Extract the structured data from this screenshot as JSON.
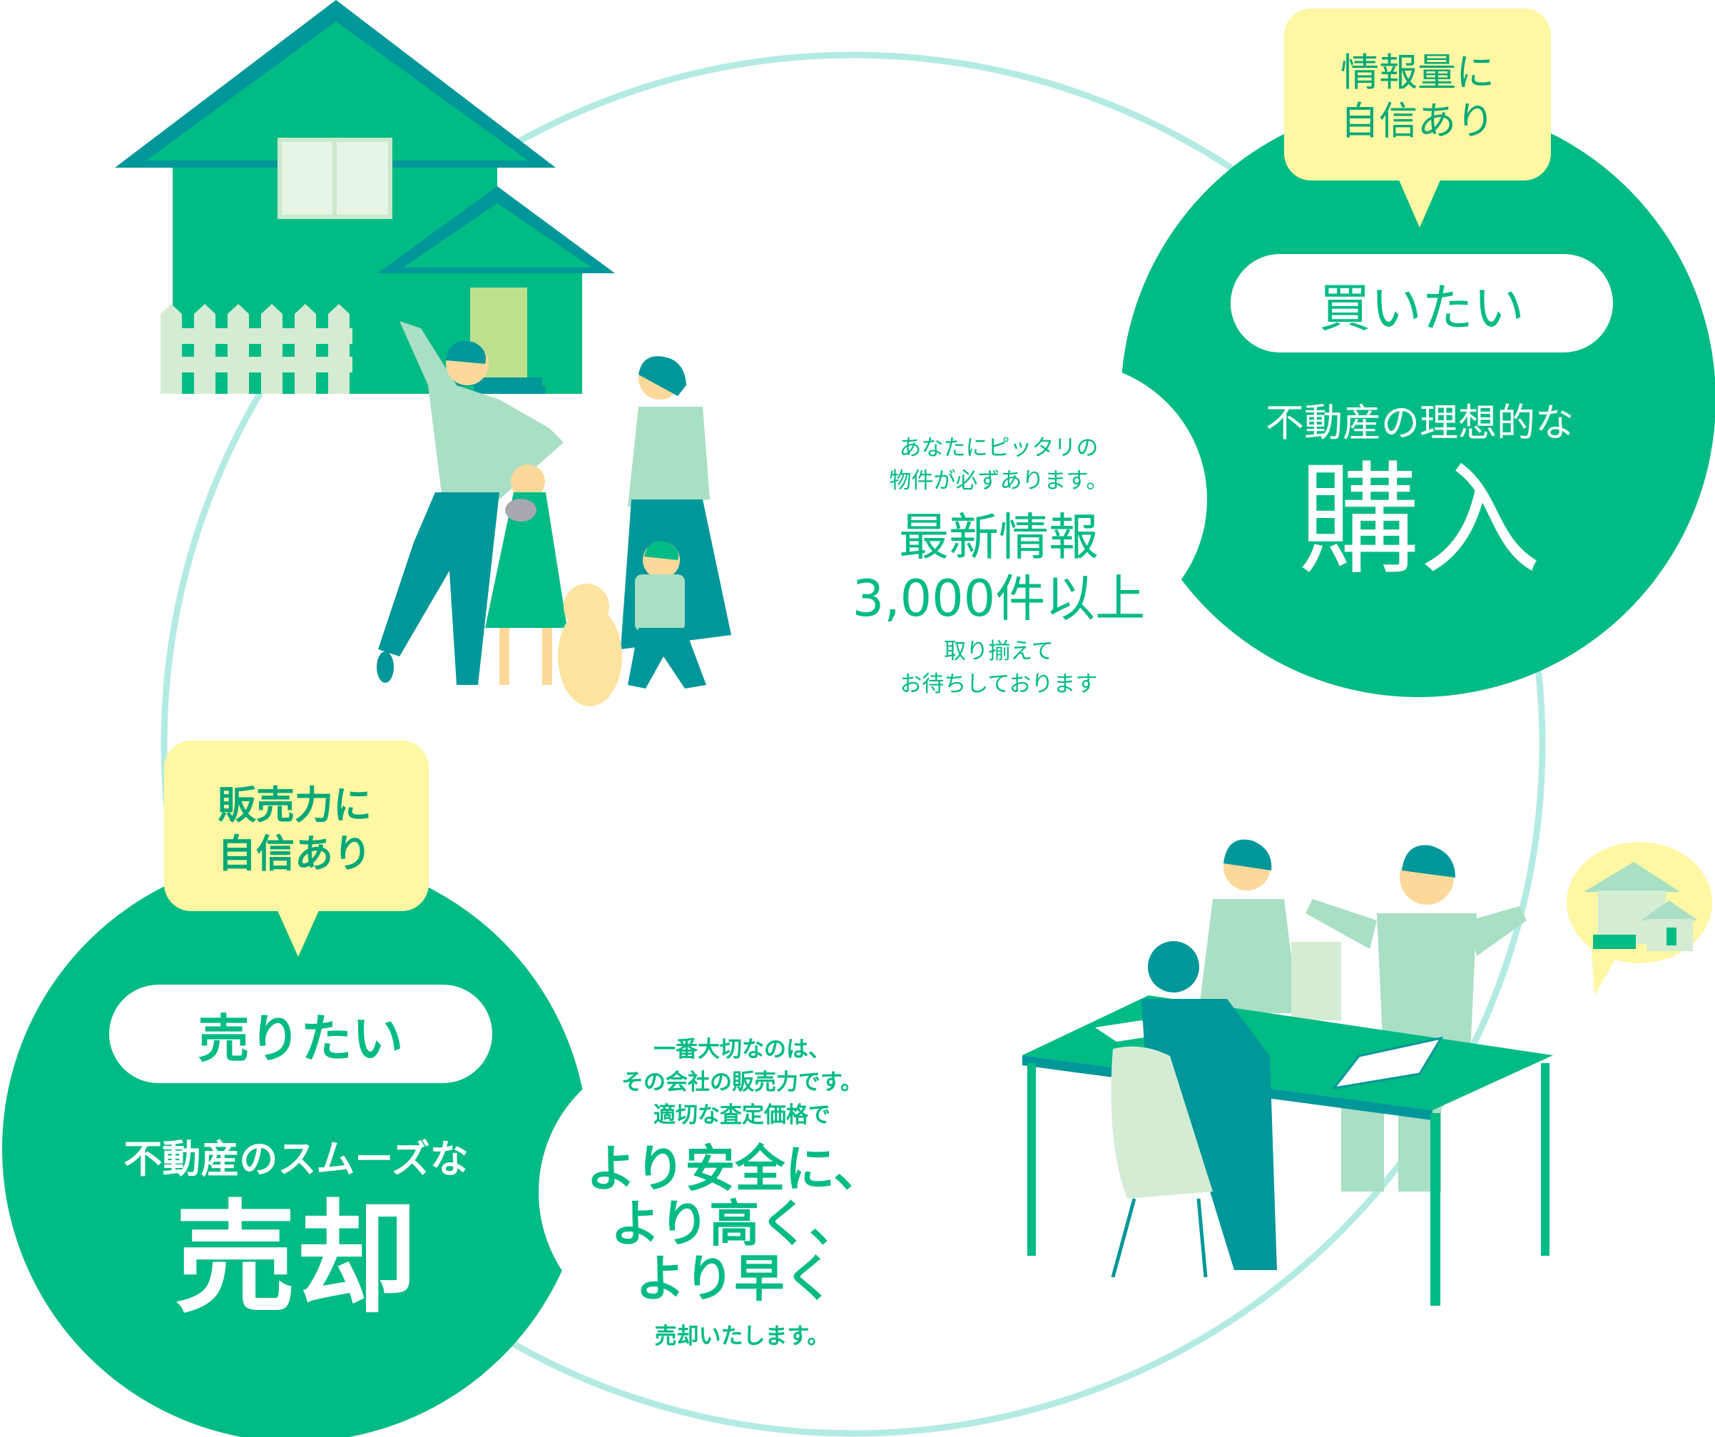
{
  "colors": {
    "primary": "#00bb84",
    "ring": "#b3ebe3",
    "bubble": "#fff7a3",
    "teal": "#00979a",
    "light": "#a9dfc4"
  },
  "buy": {
    "bubble_line1": "情報量に",
    "bubble_line2": "自信あり",
    "pill": "買いたい",
    "subtitle": "不動産の理想的な",
    "title": "購入"
  },
  "buy_info": {
    "line1": "あなたにピッタリの",
    "line2": "物件が必ずあります。",
    "highlight1": "最新情報",
    "highlight2": "3,000件以上",
    "line3": "取り揃えて",
    "line4": "お待ちしております"
  },
  "sell": {
    "bubble_line1": "販売力に",
    "bubble_line2": "自信あり",
    "pill": "売りたい",
    "subtitle": "不動産のスムーズな",
    "title": "売却"
  },
  "sell_info": {
    "line1": "一番大切なのは、",
    "line2": "その会社の販売力です。",
    "line3": "適切な査定価格で",
    "highlight1": "より安全に、",
    "highlight2": "より高く、",
    "highlight3": "より早く",
    "line4": "売却いたします。"
  }
}
